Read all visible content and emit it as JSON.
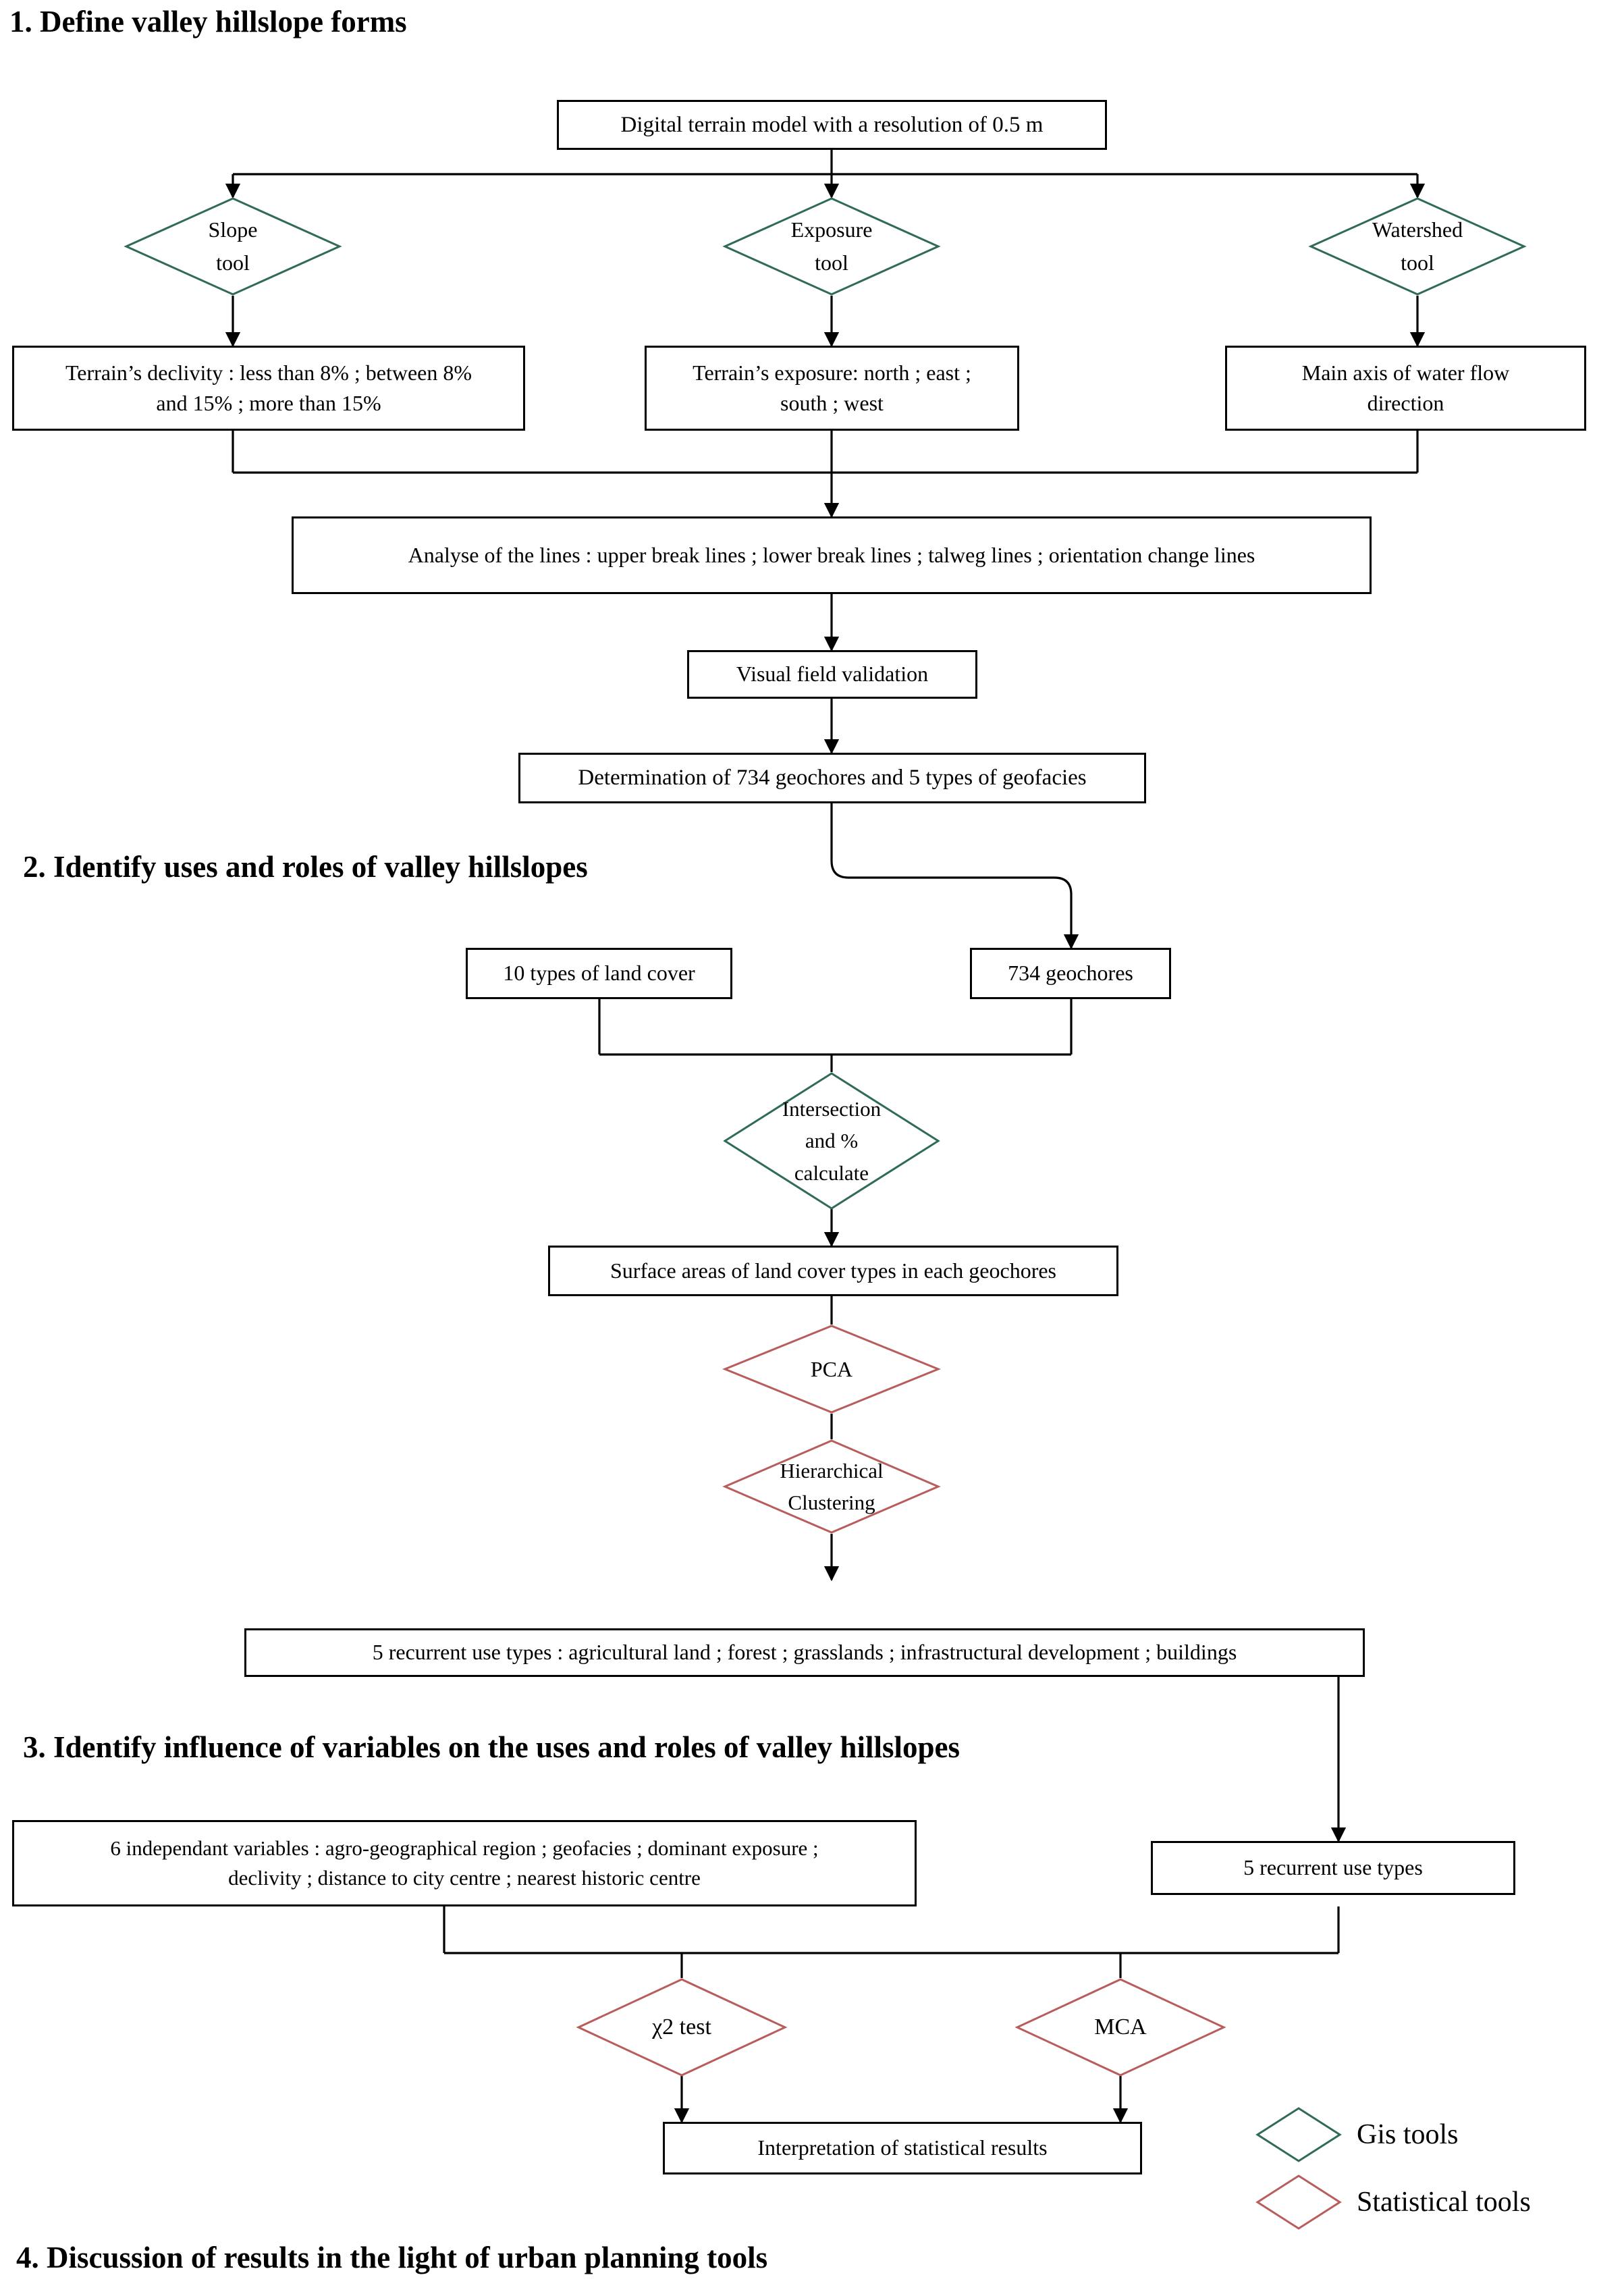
{
  "figure": {
    "type": "flowchart",
    "title": "Methodology flowchart for valley hillslope analysis",
    "colors": {
      "gis_tool": "#2f6b55",
      "statistical_tool": "#b95c5c",
      "connector": "#000000",
      "box_border": "#000000",
      "background": "#ffffff"
    }
  },
  "headings": {
    "step1": "1. Define valley hillslope forms",
    "step2": "2. Identify uses and roles of valley hillslopes",
    "step3": "3. Identify influence of variables on the uses and roles of valley hillslopes",
    "step4": "4. Discussion of results in the light of urban planning tools"
  },
  "nodes": {
    "dtm": "Digital terrain model with a resolution of 0.5 m",
    "slope_tool_l1": "Slope",
    "slope_tool_l2": "tool",
    "exposure_tool_l1": "Exposure",
    "exposure_tool_l2": "tool",
    "watershed_tool_l1": "Watershed",
    "watershed_tool_l2": "tool",
    "declivity_l1": "Terrain’s declivity : less than 8% ; between 8%",
    "declivity_l2": "and 15% ; more than 15%",
    "exposure_result_l1": "Terrain’s exposure: north ; east ;",
    "exposure_result_l2": "south ; west",
    "water_flow_l1": "Main axis of water flow",
    "water_flow_l2": "direction",
    "analyse_lines": "Analyse of the lines : upper break lines ; lower break lines ; talweg lines ; orientation change lines",
    "visual_validation": "Visual field validation",
    "determination": "Determination of 734 geochores and 5 types of geofacies",
    "land_cover": "10 types of land cover",
    "geochores": "734 geochores",
    "intersection_l1": "Intersection",
    "intersection_l2": "and %",
    "intersection_l3": "calculate",
    "surface_areas": "Surface areas of land cover types in each geochores",
    "pca": "PCA",
    "clustering_l1": "Hierarchical",
    "clustering_l2": "Clustering",
    "use_types_full": "5 recurrent use types : agricultural land ; forest ; grasslands ; infrastructural development ; buildings",
    "independant_variables_l1": "6 independant variables : agro-geographical region ; geofacies ; dominant exposure ;",
    "independant_variables_l2": "declivity ; distance to city centre ; nearest historic centre",
    "use_types_short": "5 recurrent use types",
    "chi2_test": "χ2 test",
    "mca": "MCA",
    "interpretation": "Interpretation of statistical results"
  },
  "legend": {
    "items": [
      {
        "label": "Gis tools",
        "color": "#2f6b55"
      },
      {
        "label": "Statistical tools",
        "color": "#b95c5c"
      }
    ]
  }
}
